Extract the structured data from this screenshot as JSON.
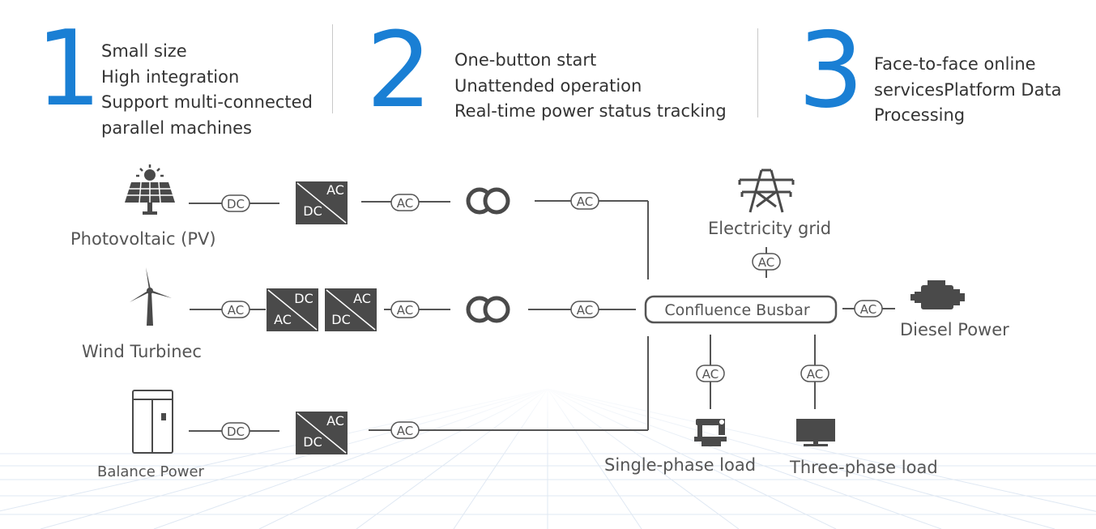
{
  "features": [
    {
      "number": "1",
      "lines": [
        "Small size",
        "High integration",
        "Support multi-connected",
        "parallel machines"
      ]
    },
    {
      "number": "2",
      "lines": [
        "One-button start",
        "Unattended operation",
        "Real-time power status tracking"
      ]
    },
    {
      "number": "3",
      "lines": [
        "Face-to-face online",
        "servicesPlatform Data",
        "Processing"
      ]
    }
  ],
  "sources": {
    "pv": "Photovoltaic (PV)",
    "wind": "Wind Turbinec",
    "balance": "Balance Power"
  },
  "busbar": "Confluence Busbar",
  "grid": "Electricity grid",
  "diesel": "Diesel Power",
  "loads": {
    "single": "Single-phase load",
    "three": "Three-phase load"
  },
  "tags": {
    "ac": "AC",
    "dc": "DC"
  },
  "colors": {
    "accent": "#1a7fd4",
    "icon": "#4a4a4a",
    "line": "#555555"
  }
}
